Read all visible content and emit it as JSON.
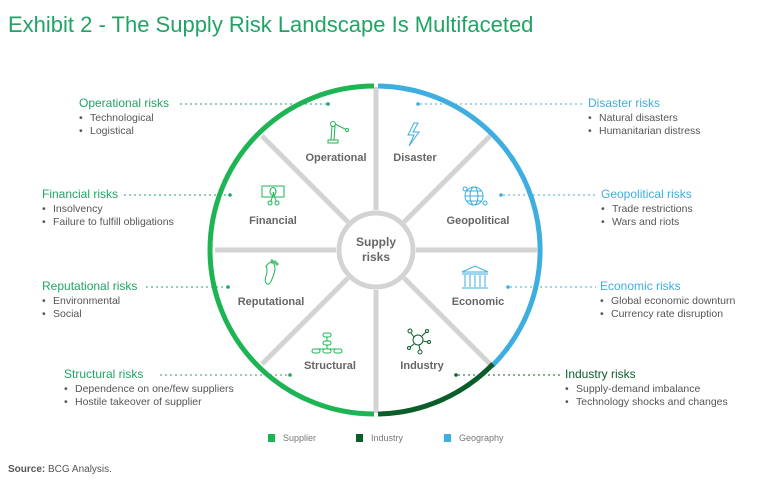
{
  "title": "Exhibit 2 - The Supply Risk Landscape Is Multifaceted",
  "center_label": [
    "Supply",
    "risks"
  ],
  "segments": [
    {
      "label": "Operational",
      "icon": "robot-arm-icon",
      "category": "Supplier"
    },
    {
      "label": "Disaster",
      "icon": "lightning-icon",
      "category": "Geography"
    },
    {
      "label": "Geopolitical",
      "icon": "globe-icon",
      "category": "Geography"
    },
    {
      "label": "Economic",
      "icon": "bank-icon",
      "category": "Geography"
    },
    {
      "label": "Industry",
      "icon": "network-icon",
      "category": "Industry"
    },
    {
      "label": "Structural",
      "icon": "org-chart-icon",
      "category": "Supplier"
    },
    {
      "label": "Reputational",
      "icon": "footprint-icon",
      "category": "Supplier"
    },
    {
      "label": "Financial",
      "icon": "money-scissors-icon",
      "category": "Supplier"
    }
  ],
  "risks": {
    "operational": {
      "title": "Operational risks",
      "items": [
        "Technological",
        "Logistical"
      ]
    },
    "financial": {
      "title": "Financial risks",
      "items": [
        "Insolvency",
        "Failure to fulfill obligations"
      ]
    },
    "reputational": {
      "title": "Reputational risks",
      "items": [
        "Environmental",
        "Social"
      ]
    },
    "structural": {
      "title": "Structural risks",
      "items": [
        "Dependence on one/few suppliers",
        "Hostile takeover of supplier"
      ]
    },
    "disaster": {
      "title": "Disaster risks",
      "items": [
        "Natural disasters",
        "Humanitarian distress"
      ]
    },
    "geopolitical": {
      "title": "Geopolitical risks",
      "items": [
        "Trade restrictions",
        "Wars and riots"
      ]
    },
    "economic": {
      "title": "Economic risks",
      "items": [
        "Global economic downturn",
        "Currency rate disruption"
      ]
    },
    "industry": {
      "title": "Industry risks",
      "items": [
        "Supply-demand imbalance",
        "Technology shocks and changes"
      ]
    }
  },
  "legend": [
    {
      "label": "Supplier",
      "color": "#1db454"
    },
    {
      "label": "Industry",
      "color": "#0b5e2a"
    },
    {
      "label": "Geography",
      "color": "#3eade0"
    }
  ],
  "source": {
    "label": "Source:",
    "text": "BCG Analysis."
  }
}
